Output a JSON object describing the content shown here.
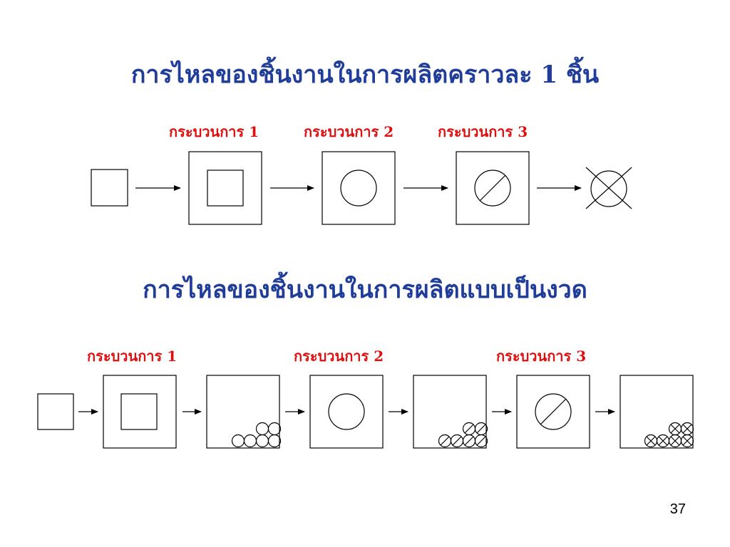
{
  "slide": {
    "title_single": "การไหลของชิ้นงานในการผลิตคราวละ 1 ชิ้น",
    "title_batch": "การไหลของชิ้นงานในการผลิตแบบเป็นงวด",
    "page_number": "37"
  },
  "single_flow": {
    "labels": [
      "กระบวนการ 1",
      "กระบวนการ 2",
      "กระบวนการ 3"
    ]
  },
  "batch_flow": {
    "labels": [
      "กระบวนการ 1",
      "กระบวนการ 2",
      "กระบวนการ 3"
    ]
  },
  "colors": {
    "title": "#1F3D99",
    "process_label": "#E01010",
    "line": "#000000"
  }
}
